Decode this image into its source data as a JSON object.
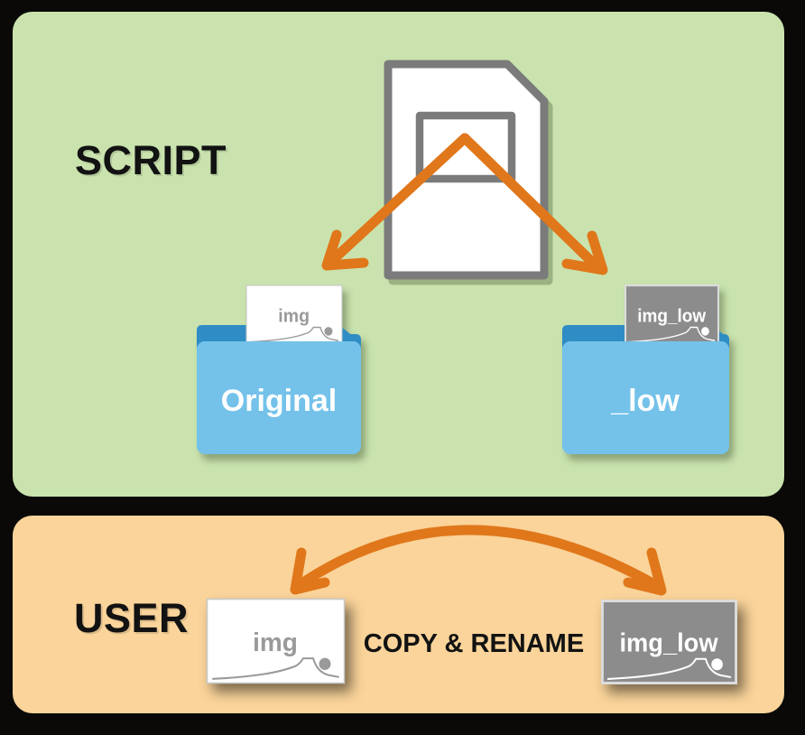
{
  "colors": {
    "background": "#0A0907",
    "script_panel_bg": "#CAE3AE",
    "user_panel_bg": "#FAD49A",
    "arrow_orange": "#E0771B",
    "folder_front_blue": "#74C2EA",
    "folder_back_blue": "#2F8CC5",
    "document_outline_gray": "#7B7B7B",
    "file_card_white": "#FFFFFF",
    "file_card_gray": "#8C8C8C",
    "file_card_text_gray": "#9A9A9A",
    "label_text": "#121212"
  },
  "script_panel": {
    "label": "SCRIPT",
    "icon": "script-document-icon",
    "arrows": "document-to-folders-split-arrows",
    "folders": [
      {
        "name": "Original",
        "file": {
          "label": "img",
          "style": "white"
        }
      },
      {
        "name": "_low",
        "file": {
          "label": "img_low",
          "style": "gray"
        }
      }
    ]
  },
  "user_panel": {
    "label": "USER",
    "action_label": "COPY & RENAME",
    "arrow": "copy-rename-double-arrow",
    "files": [
      {
        "label": "img",
        "style": "white"
      },
      {
        "label": "img_low",
        "style": "gray"
      }
    ]
  }
}
